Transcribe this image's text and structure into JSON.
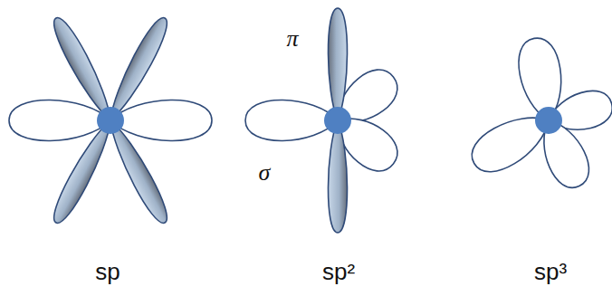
{
  "diagram": {
    "labels": [
      "π",
      "σ",
      "sp",
      "sp²",
      "sp³"
    ]
  }
}
